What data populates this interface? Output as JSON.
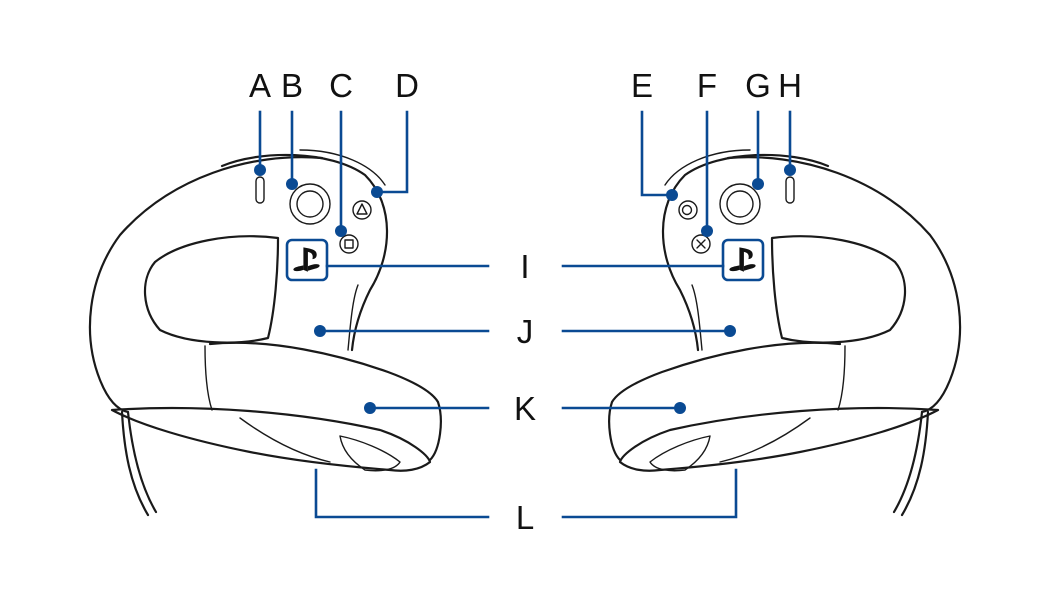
{
  "labels": {
    "a": "A",
    "b": "B",
    "c": "C",
    "d": "D",
    "e": "E",
    "f": "F",
    "g": "G",
    "h": "H",
    "i": "I",
    "j": "J",
    "k": "K",
    "l": "L"
  },
  "colors": {
    "leader": "#0a4a93",
    "outline": "#1a1a1a",
    "background": "#ffffff"
  },
  "icons": {
    "left_ps_button": "playstation-logo-icon",
    "right_ps_button": "playstation-logo-icon",
    "triangle": "triangle-button-icon",
    "square": "square-button-icon",
    "circle": "circle-button-icon",
    "cross": "cross-button-icon"
  }
}
